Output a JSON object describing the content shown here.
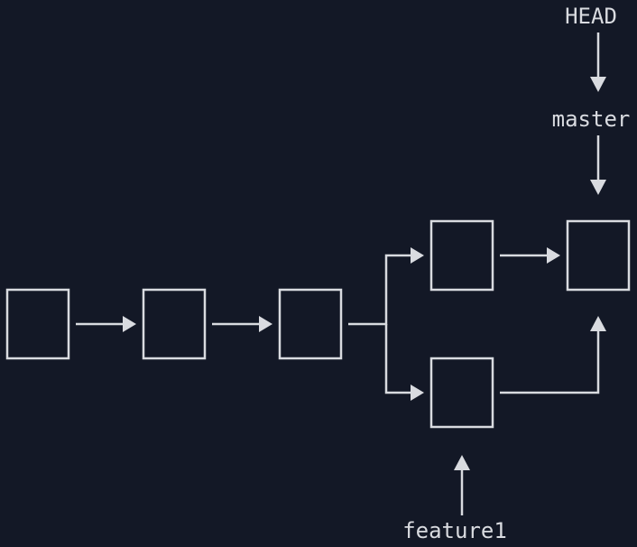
{
  "refs": {
    "head": "HEAD",
    "master": "master",
    "feature1": "feature1"
  },
  "colors": {
    "background": "#131826",
    "foreground": "#d9dbe0"
  }
}
